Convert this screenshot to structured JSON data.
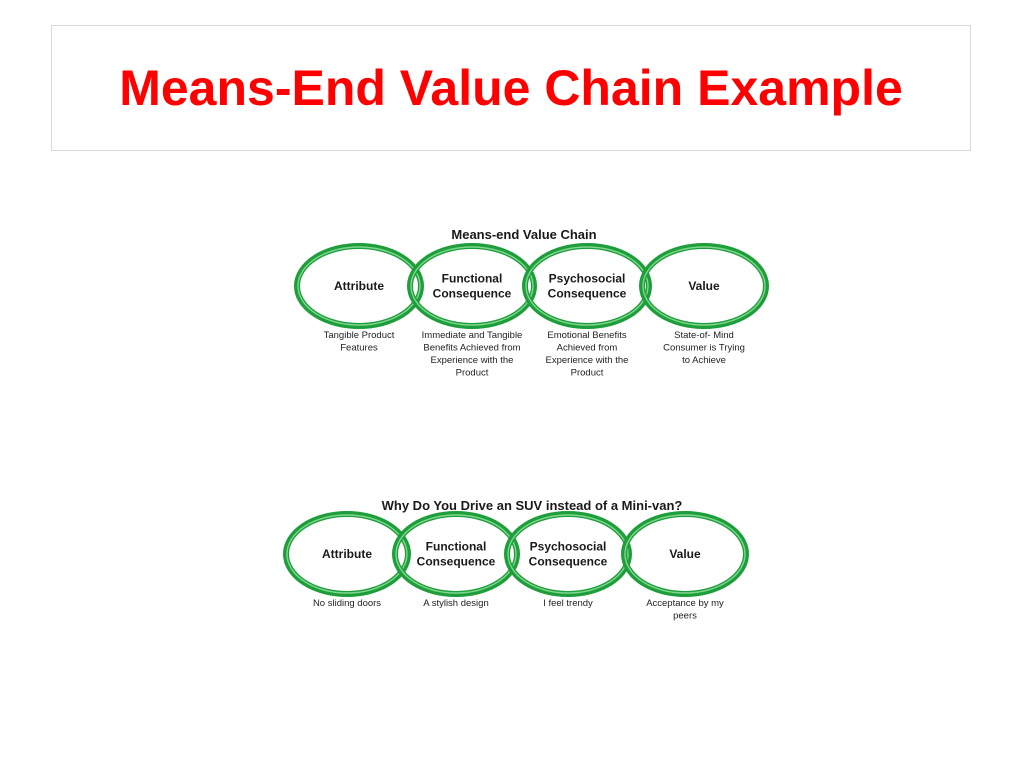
{
  "slide": {
    "title": "Means-End Value Chain Example"
  },
  "colors": {
    "title": "#ff0000",
    "ring": "#1e9e3a",
    "ring_highlight": "#7fd68f"
  },
  "diagrams": [
    {
      "title": "Means-end Value Chain",
      "nodes": [
        {
          "label_lines": [
            "Attribute"
          ],
          "desc_lines": [
            "Tangible Product",
            "Features"
          ]
        },
        {
          "label_lines": [
            "Functional",
            "Consequence"
          ],
          "desc_lines": [
            "Immediate and Tangible",
            "Benefits Achieved from",
            "Experience with the",
            "Product"
          ]
        },
        {
          "label_lines": [
            "Psychosocial",
            "Consequence"
          ],
          "desc_lines": [
            "Emotional Benefits",
            "Achieved from",
            "Experience with the",
            "Product"
          ]
        },
        {
          "label_lines": [
            "Value"
          ],
          "desc_lines": [
            "State-of- Mind",
            "Consumer is Trying",
            "to Achieve"
          ]
        }
      ]
    },
    {
      "title": "Why Do You Drive an SUV instead of a Mini-van?",
      "nodes": [
        {
          "label_lines": [
            "Attribute"
          ],
          "desc_lines": [
            "No sliding doors"
          ]
        },
        {
          "label_lines": [
            "Functional",
            "Consequence"
          ],
          "desc_lines": [
            "A stylish design"
          ]
        },
        {
          "label_lines": [
            "Psychosocial",
            "Consequence"
          ],
          "desc_lines": [
            "I feel trendy"
          ]
        },
        {
          "label_lines": [
            "Value"
          ],
          "desc_lines": [
            "Acceptance by my",
            "peers"
          ]
        }
      ]
    }
  ]
}
